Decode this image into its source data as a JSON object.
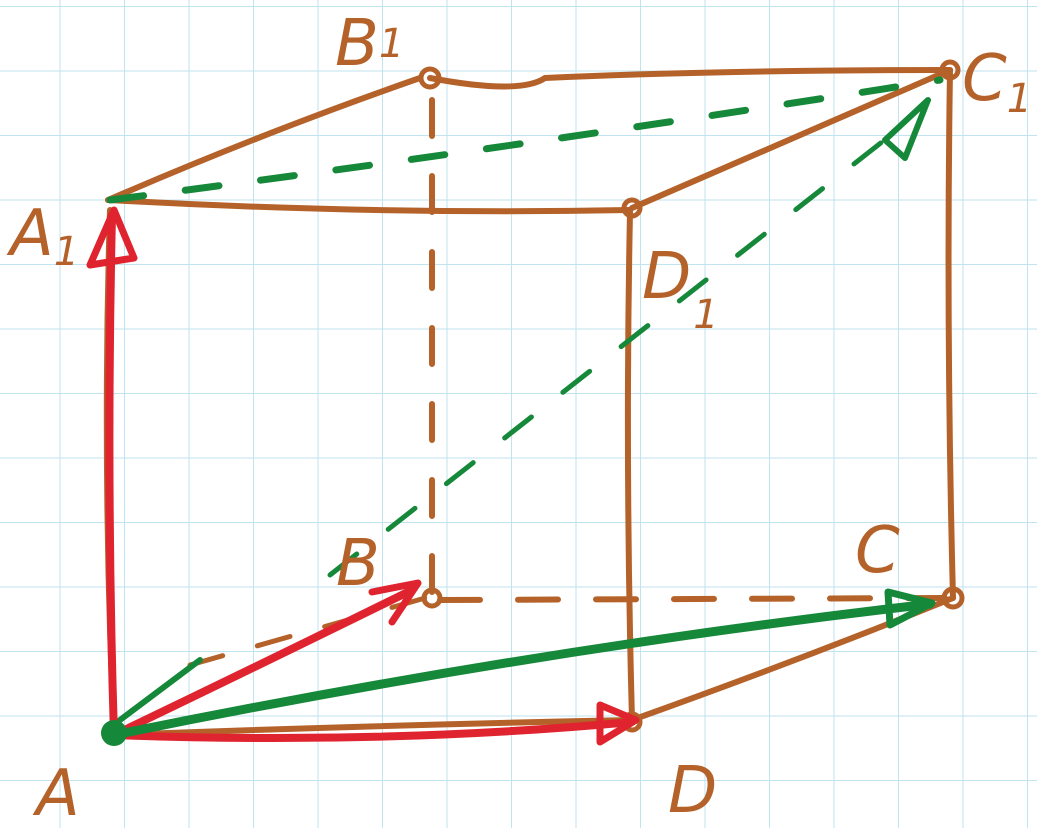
{
  "colors": {
    "paper": "#ffffff",
    "grid": "#bfe3ef",
    "edge": "#b5622a",
    "red_vector": "#e0242f",
    "green_vector": "#16883a"
  },
  "vertices": {
    "A": {
      "letter": "A",
      "index": ""
    },
    "B": {
      "letter": "B",
      "index": ""
    },
    "C": {
      "letter": "C",
      "index": ""
    },
    "D": {
      "letter": "D",
      "index": ""
    },
    "A1": {
      "letter": "A",
      "index": "1"
    },
    "B1": {
      "letter": "B",
      "index": "1"
    },
    "C1": {
      "letter": "C",
      "index": "1"
    },
    "D1": {
      "letter": "D",
      "index": "1"
    }
  }
}
